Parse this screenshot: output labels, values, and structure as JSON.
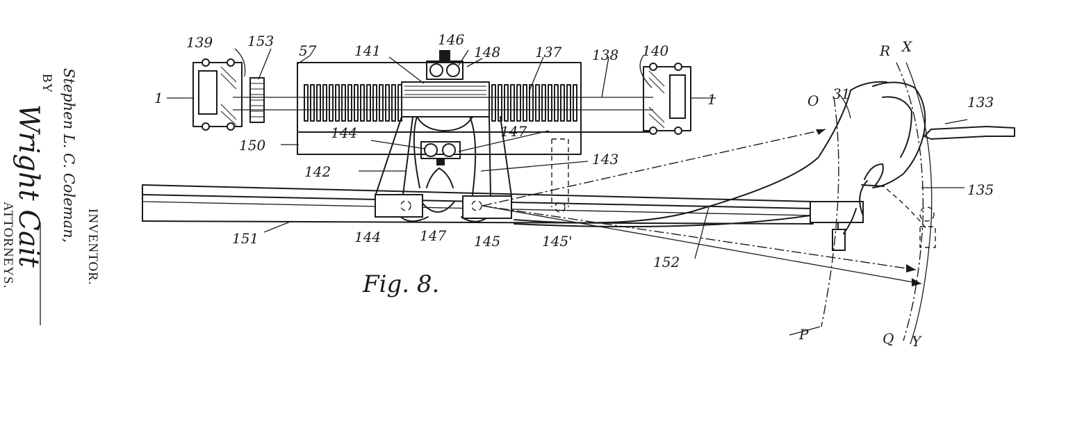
{
  "figure": {
    "caption": "Fig. 8."
  },
  "attribution": {
    "inventor_heading": "INVENTOR.",
    "inventor_name": "Stephen L. C. Coleman,",
    "by": "BY",
    "attorney_signature": "Wright Cait",
    "attorneys_heading": "ATTORNEYS."
  },
  "reference_numerals": {
    "n139": "139",
    "n153": "153",
    "n57": "57",
    "n141": "141",
    "n146": "146",
    "n148": "148",
    "n137": "137",
    "n138": "138",
    "n140": "140",
    "n1_left": "1",
    "n1_right": "1",
    "n144_top": "144",
    "n147_top": "147",
    "n150": "150",
    "n142": "142",
    "n143": "143",
    "n151": "151",
    "n144_bottom": "144",
    "n147_bottom": "147",
    "n145": "145",
    "n145_prime": "145'",
    "n152": "152",
    "n31": "31",
    "n133": "133",
    "n135": "135"
  },
  "reference_letters": {
    "O": "O",
    "R": "R",
    "X": "X",
    "P": "P",
    "Q": "Q",
    "Y": "Y"
  }
}
